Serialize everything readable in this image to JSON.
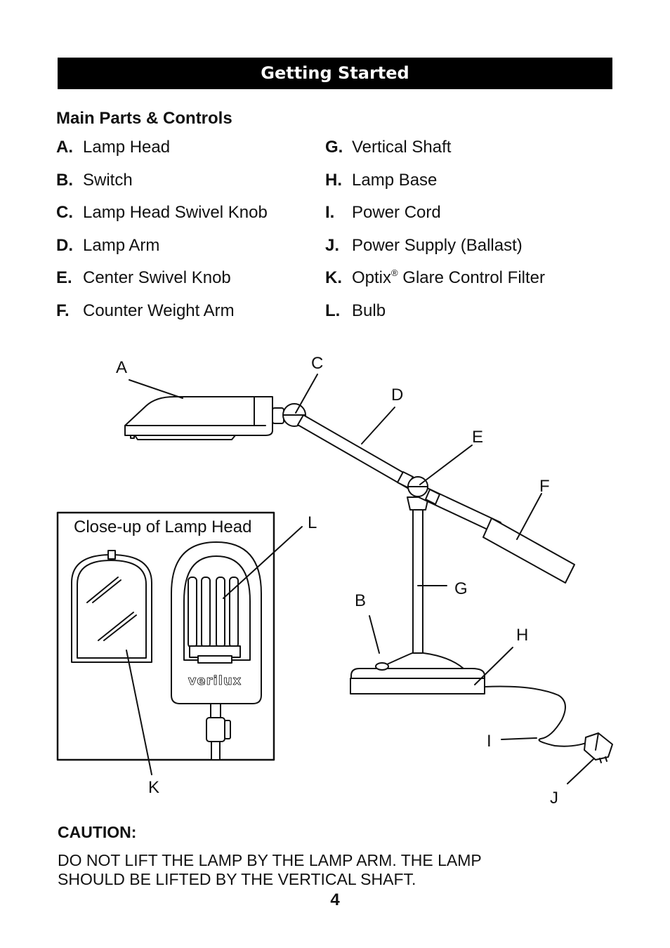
{
  "section_title": "Getting Started",
  "subheading": "Main Parts & Controls",
  "parts_left": [
    {
      "letter": "A.",
      "name": "Lamp Head"
    },
    {
      "letter": "B.",
      "name": "Switch"
    },
    {
      "letter": "C.",
      "name": "Lamp Head Swivel Knob"
    },
    {
      "letter": "D.",
      "name": "Lamp Arm"
    },
    {
      "letter": "E.",
      "name": "Center Swivel Knob"
    },
    {
      "letter": "F.",
      "name": "Counter Weight Arm"
    }
  ],
  "parts_right": [
    {
      "letter": "G.",
      "name": "Vertical Shaft"
    },
    {
      "letter": "H.",
      "name": "Lamp Base"
    },
    {
      "letter": "I.",
      "name": "Power Cord"
    },
    {
      "letter": "J.",
      "name": "Power Supply (Ballast)"
    },
    {
      "letter": "K.",
      "name": "Optix",
      "sup": "®",
      "suffix": " Glare Control Filter"
    },
    {
      "letter": "L.",
      "name": "Bulb"
    }
  ],
  "diagram": {
    "labels": {
      "a": "A",
      "b": "B",
      "c": "C",
      "d": "D",
      "e": "E",
      "f": "F",
      "g": "G",
      "h": "H",
      "i": "I",
      "j": "J",
      "k": "K",
      "l": "L"
    },
    "closeup_title": "Close-up of Lamp Head",
    "brand_logo": "verilux"
  },
  "caution": {
    "title": "CAUTION:",
    "text": "DO NOT LIFT THE LAMP BY THE LAMP ARM. THE LAMP SHOULD BE LIFTED BY THE VERTICAL SHAFT."
  },
  "page_number": "4"
}
